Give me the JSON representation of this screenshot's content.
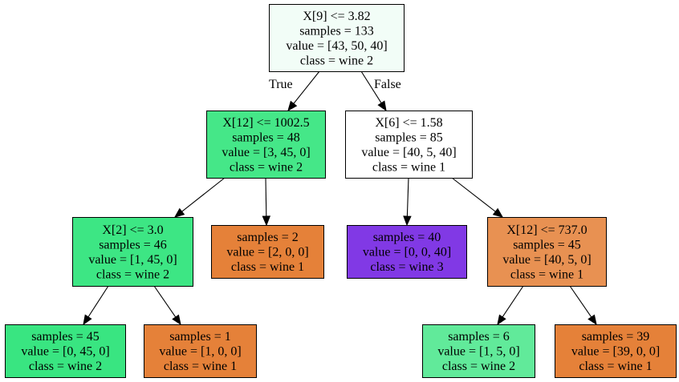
{
  "tree": {
    "nodes": [
      {
        "id": "n0",
        "lines": [
          "X[9] <= 3.82",
          "samples = 133",
          "value = [43, 50, 40]",
          "class = wine 2"
        ],
        "fill": "#f2fdf7"
      },
      {
        "id": "n1",
        "lines": [
          "X[12] <= 1002.5",
          "samples = 48",
          "value = [3, 45, 0]",
          "class = wine 2"
        ],
        "fill": "#45e788"
      },
      {
        "id": "n2",
        "lines": [
          "X[2] <= 3.0",
          "samples = 46",
          "value = [1, 45, 0]",
          "class = wine 2"
        ],
        "fill": "#3de684"
      },
      {
        "id": "n3",
        "lines": [
          "samples = 45",
          "value = [0, 45, 0]",
          "class = wine 2"
        ],
        "fill": "#39e581"
      },
      {
        "id": "n4",
        "lines": [
          "samples = 1",
          "value = [1, 0, 0]",
          "class = wine 1"
        ],
        "fill": "#e58139"
      },
      {
        "id": "n5",
        "lines": [
          "samples = 2",
          "value = [2, 0, 0]",
          "class = wine 1"
        ],
        "fill": "#e58139"
      },
      {
        "id": "n6",
        "lines": [
          "X[6] <= 1.58",
          "samples = 85",
          "value = [40, 5, 40]",
          "class = wine 1"
        ],
        "fill": "#ffffff"
      },
      {
        "id": "n7",
        "lines": [
          "samples = 40",
          "value = [0, 0, 40]",
          "class = wine 3"
        ],
        "fill": "#8139e5"
      },
      {
        "id": "n8",
        "lines": [
          "X[12] <= 737.0",
          "samples = 45",
          "value = [40, 5, 0]",
          "class = wine 1"
        ],
        "fill": "#e89152"
      },
      {
        "id": "n9",
        "lines": [
          "samples = 6",
          "value = [1, 5, 0]",
          "class = wine 2"
        ],
        "fill": "#61ea9a"
      },
      {
        "id": "n10",
        "lines": [
          "samples = 39",
          "value = [39, 0, 0]",
          "class = wine 1"
        ],
        "fill": "#e58139"
      }
    ],
    "edges": [
      {
        "from": "n0",
        "to": "n1",
        "label": "True"
      },
      {
        "from": "n0",
        "to": "n6",
        "label": "False"
      },
      {
        "from": "n1",
        "to": "n2",
        "label": ""
      },
      {
        "from": "n1",
        "to": "n5",
        "label": ""
      },
      {
        "from": "n2",
        "to": "n3",
        "label": ""
      },
      {
        "from": "n2",
        "to": "n4",
        "label": ""
      },
      {
        "from": "n6",
        "to": "n7",
        "label": ""
      },
      {
        "from": "n6",
        "to": "n8",
        "label": ""
      },
      {
        "from": "n8",
        "to": "n9",
        "label": ""
      },
      {
        "from": "n8",
        "to": "n10",
        "label": ""
      }
    ]
  }
}
